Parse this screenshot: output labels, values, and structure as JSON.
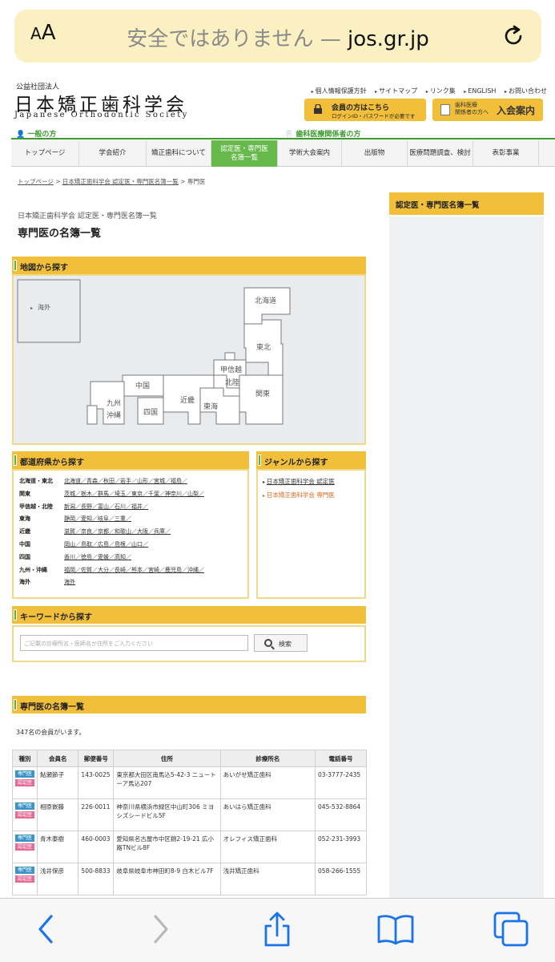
{
  "browser": {
    "aa_label": "AA",
    "url_warning": "安全ではありません —",
    "url_domain": "jos.gr.jp"
  },
  "header": {
    "org_type": "公益社団法人",
    "logo_title": "日本矯正歯科学会",
    "logo_en": "Japanese Orthodontic Society",
    "toplinks": [
      "個人情報保護方針",
      "サイトマップ",
      "リンク集",
      "ENGLISH",
      "お問い合わせ"
    ],
    "member_button_title": "会員の方はこちら",
    "member_button_note": "ログインID・パスワードが必要です",
    "join_button_note1": "歯科医療",
    "join_button_note2": "関係者の方へ",
    "join_button_title": "入会案内",
    "audience_general": "一般の方",
    "audience_dental": "歯科医療関係者の方"
  },
  "nav": [
    {
      "label": "トップページ",
      "w": 85
    },
    {
      "label": "学会紹介",
      "w": 84
    },
    {
      "label": "矯正歯科について",
      "w": 81
    },
    {
      "label": "認定医・専門医 名簿一覧",
      "w": 83,
      "active": true
    },
    {
      "label": "学術大会案内",
      "w": 80
    },
    {
      "label": "出版物",
      "w": 82
    },
    {
      "label": "医療問題調査、検討",
      "w": 82
    },
    {
      "label": "表彰事業",
      "w": 82
    }
  ],
  "breadcrumb": {
    "home": "トップページ",
    "sep1": " > ",
    "list": "日本矯正歯科学会 認定医・専門医名簿一覧",
    "sep2": " > ",
    "current": "専門医"
  },
  "page": {
    "subheading": "日本矯正歯科学会 認定医・専門医名簿一覧",
    "title": "専門医の名簿一覧"
  },
  "map_section": {
    "title": "地図から探す",
    "regions": {
      "overseas": "海外",
      "hokkaido": "北海道",
      "tohoku": "東北",
      "koshinetsu": "甲信越",
      "hokuriku": "北陸",
      "kanto": "関東",
      "tokai": "東海",
      "kinki": "近畿",
      "chugoku": "中国",
      "shikoku": "四国",
      "kyushu": "九州",
      "okinawa": "沖縄"
    }
  },
  "pref_section": {
    "title": "都道府県から探す",
    "rows": [
      {
        "region": "北海道・東北",
        "prefs": "北海道／青森／秋田／岩手／山形／宮城／福島／"
      },
      {
        "region": "関東",
        "prefs": "茨城／栃木／群馬／埼玉／東京／千葉／神奈川／山梨／"
      },
      {
        "region": "甲信越・北陸",
        "prefs": "新潟／長野／富山／石川／福井／"
      },
      {
        "region": "東海",
        "prefs": "静岡／愛知／岐阜／三重／"
      },
      {
        "region": "近畿",
        "prefs": "滋賀／奈良／京都／和歌山／大阪／兵庫／"
      },
      {
        "region": "中国",
        "prefs": "岡山／鳥取／広島／島根／山口／"
      },
      {
        "region": "四国",
        "prefs": "香川／徳島／愛媛／高知／"
      },
      {
        "region": "九州・沖縄",
        "prefs": "福岡／佐賀／大分／長崎／熊本／宮崎／鹿児島／沖縄／"
      },
      {
        "region": "海外",
        "prefs": "海外"
      }
    ]
  },
  "genre_section": {
    "title": "ジャンルから探す",
    "items": [
      {
        "label": "日本矯正歯科学会 認定医",
        "active": false
      },
      {
        "label": "日本矯正歯科学会 専門医",
        "active": true
      }
    ]
  },
  "keyword_section": {
    "title": "キーワードから探す",
    "placeholder": "ご記載の診療所名・医師名か住所をご入力ください",
    "button": "検索"
  },
  "list_section": {
    "title": "専門医の名簿一覧",
    "count_text": "347名の会員がいます。",
    "columns": [
      "種別",
      "会員名",
      "郵便番号",
      "住所",
      "診療所名",
      "電話番号"
    ],
    "badge_specialist": "専門医",
    "badge_certified": "認定医",
    "rows": [
      {
        "name": "鮎瀬節子",
        "zip": "143-0025",
        "address": "東京都大田区南馬込5-42-3 ニュートーア馬込207",
        "clinic": "あいがせ矯正歯科",
        "phone": "03-3777-2435"
      },
      {
        "name": "相原嵌藤",
        "zip": "226-0011",
        "address": "神奈川県横浜市緑区中山町306 ミヨシズシードビル5F",
        "clinic": "あいはら矯正歯科",
        "phone": "045-532-8864"
      },
      {
        "name": "青木泰樹",
        "zip": "460-0003",
        "address": "愛知県名古屋市中区錦2-19-21 広小路TNビル8F",
        "clinic": "オレフィス矯正歯科",
        "phone": "052-231-3993"
      },
      {
        "name": "浅井保彦",
        "zip": "500-8833",
        "address": "岐阜県岐阜市神田町8-9 白木ビル7F",
        "clinic": "浅井矯正歯科",
        "phone": "058-266-1555"
      }
    ]
  },
  "sidebar": {
    "title": "認定医・専門医名簿一覧"
  },
  "colors": {
    "accent_yellow": "#f1bf3a",
    "accent_green": "#3b9b2d",
    "active_nav": "#67b94c",
    "badge_specialist": "#3b93c9",
    "badge_certified": "#e76b98",
    "link_orange": "#e0651a",
    "ios_blue": "#1a73e8"
  },
  "toolbar_icons": [
    "back-icon",
    "forward-icon",
    "share-icon",
    "bookmarks-icon",
    "tabs-icon"
  ]
}
